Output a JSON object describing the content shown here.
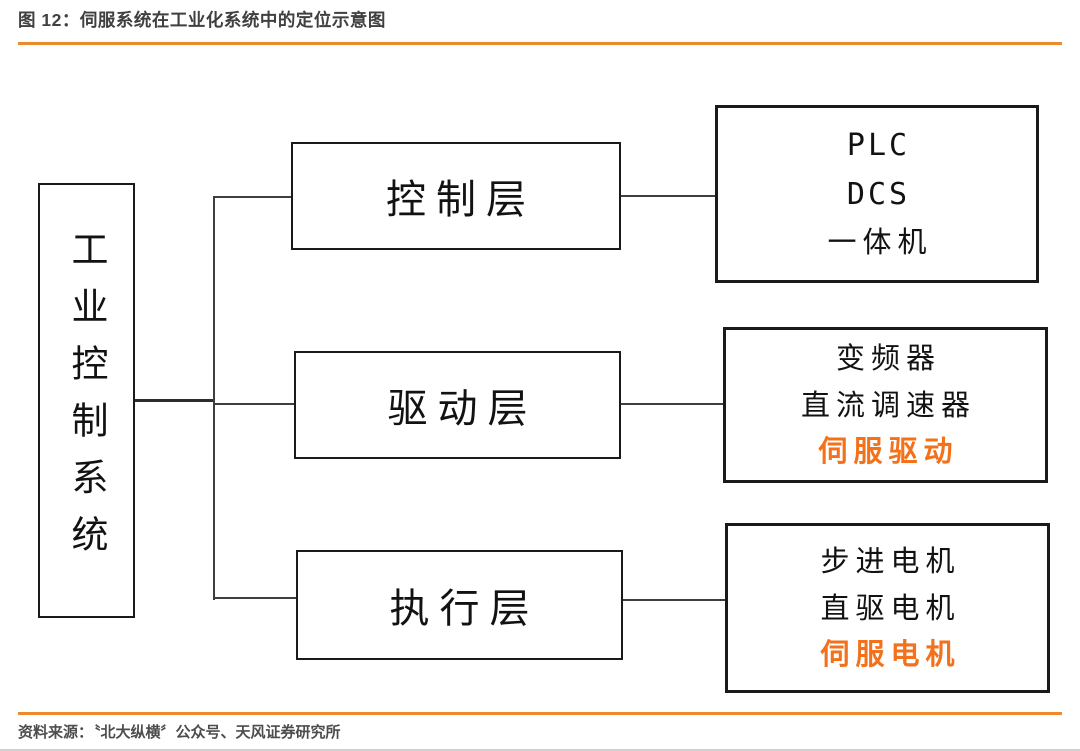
{
  "figure": {
    "title": "图 12：伺服系统在工业化系统中的定位示意图",
    "source": "资料来源：〝北大纵横〞公众号、天风证券研究所"
  },
  "colors": {
    "accent": "#EE8A2E",
    "highlight": "#F4711B",
    "border": "#1a1a1a",
    "connector": "#3f3f3f",
    "title_text": "#404040",
    "source_text": "#4d4d4d"
  },
  "diagram": {
    "root": {
      "label": "工业控制系统"
    },
    "layers": [
      {
        "name": "控制层",
        "items": [
          {
            "text": "PLC",
            "highlight": false
          },
          {
            "text": "DCS",
            "highlight": false
          },
          {
            "text": "一体机",
            "highlight": false
          }
        ]
      },
      {
        "name": "驱动层",
        "items": [
          {
            "text": "变频器",
            "highlight": false
          },
          {
            "text": "直流调速器",
            "highlight": false
          },
          {
            "text": "伺服驱动",
            "highlight": true
          }
        ]
      },
      {
        "name": "执行层",
        "items": [
          {
            "text": "步进电机",
            "highlight": false
          },
          {
            "text": "直驱电机",
            "highlight": false
          },
          {
            "text": "伺服电机",
            "highlight": true
          }
        ]
      }
    ]
  }
}
